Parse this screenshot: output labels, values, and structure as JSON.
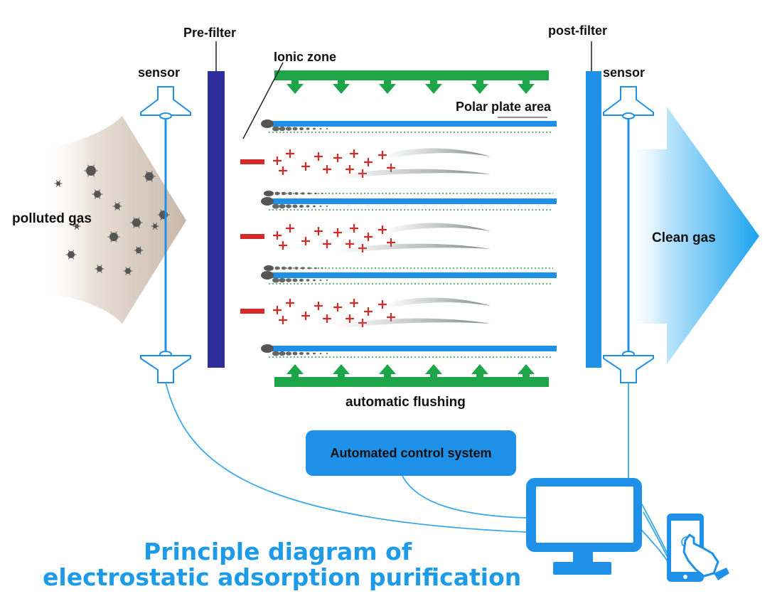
{
  "labels": {
    "pre_filter": "Pre-filter",
    "post_filter": "post-filter",
    "sensor_left": "sensor",
    "sensor_right": "sensor",
    "ionic_zone": "Ionic zone",
    "polar_plate_area": "Polar plate area",
    "polluted_gas": "polluted gas",
    "clean_gas": "Clean gas",
    "automatic_flushing": "automatic flushing",
    "control_system": "Automated control system"
  },
  "title": {
    "line1": "Principle diagram of",
    "line2": "electrostatic adsorption purification"
  },
  "colors": {
    "filter_dark_blue": "#2e2f9a",
    "filter_light_blue": "#1e90e8",
    "flushing_green": "#1ea54a",
    "plate_blue": "#1e90e8",
    "charge_red": "#d42a2a",
    "title_blue": "#1e9be8"
  },
  "icons": {
    "ion_charge": "plus-sign",
    "electrode": "minus-bar",
    "sensor": "sensor-funnel",
    "computer": "monitor-icon",
    "phone": "smartphone-touch-icon"
  }
}
